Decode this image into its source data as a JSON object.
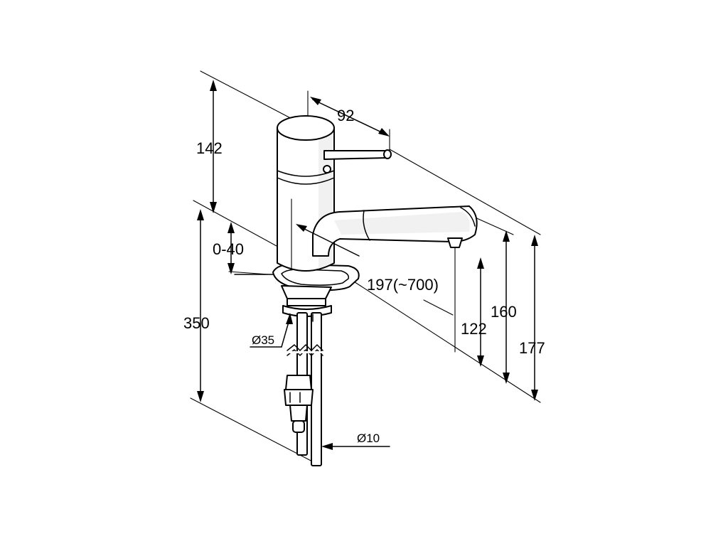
{
  "colors": {
    "line": "#000000",
    "background": "#ffffff",
    "shade": "#f1f1f1"
  },
  "dimensions": {
    "spout_offset": "92",
    "lever_height": "142",
    "counter_thickness": "0-40",
    "reach": "197(~700)",
    "hose_length": "350",
    "hole_diameter": "Ø35",
    "outlet_height": "122",
    "spout_height": "160",
    "total_height": "177",
    "pipe_diameter": "Ø10"
  }
}
